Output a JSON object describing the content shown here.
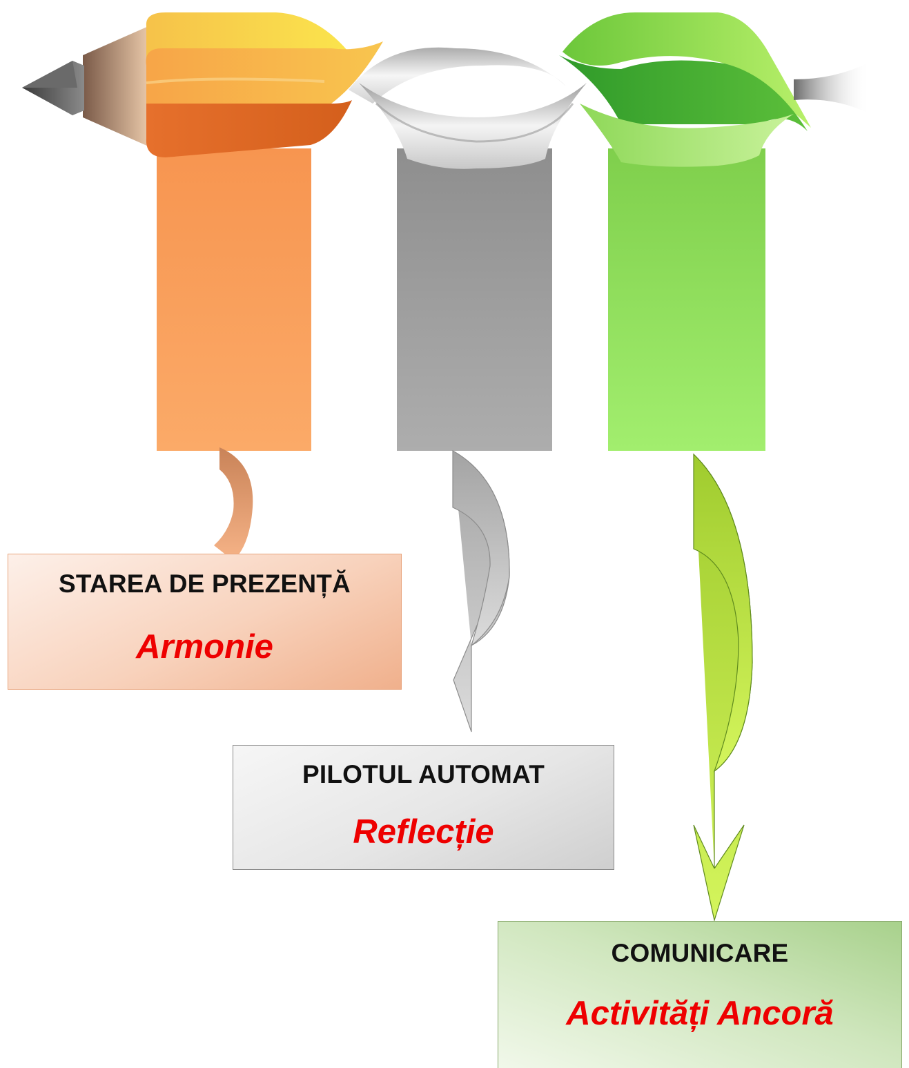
{
  "steps": [
    {
      "title": "STAREA DE PREZENȚĂ",
      "subtitle": "Armonie",
      "color": "#f79a56"
    },
    {
      "title": "PILOTUL AUTOMAT",
      "subtitle": "Reflecție",
      "color": "#9e9e9e"
    },
    {
      "title": "COMUNICARE",
      "subtitle": "Activități Ancoră",
      "color": "#8ed65a"
    }
  ],
  "colors": {
    "orange_box": "#f8d2bc",
    "gray_box": "#e6e6e6",
    "green_box": "#cfe6bd",
    "subtitle_text": "#ee0000",
    "title_text": "#111111"
  },
  "icons": [
    "pencil-ribbon",
    "curved-arrow"
  ]
}
